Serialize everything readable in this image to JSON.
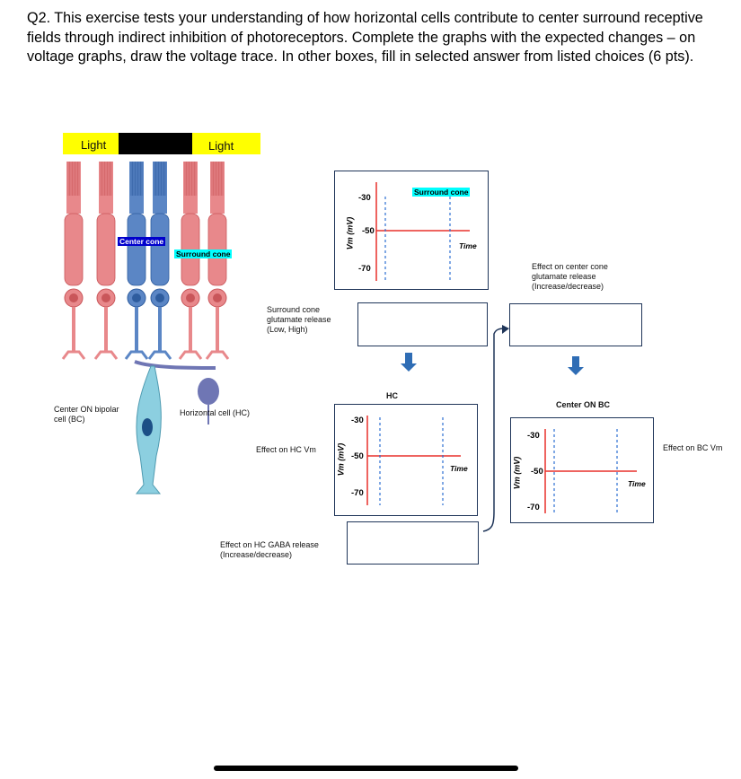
{
  "question": "Q2. This exercise tests your understanding of how horizontal cells contribute to center surround receptive fields through indirect inhibition of photoreceptors. Complete the graphs with the expected changes – on voltage graphs, draw the voltage trace. In other boxes, fill in selected answer from listed choices (6 pts).",
  "diagram": {
    "light_left": "Light",
    "light_right": "Light",
    "center_cone": "Center cone",
    "surround_cone": "Surround cone",
    "bc_label": "Center ON bipolar cell (BC)",
    "hc_label": "Horizontal cell (HC)"
  },
  "graphs": {
    "surround": {
      "tag": "Surround cone",
      "y_ticks": [
        "-30",
        "-50",
        "-70"
      ],
      "ylabel": "Vm (mV)",
      "xlabel": "Time",
      "baseline": -50
    },
    "hc": {
      "title": "HC",
      "y_ticks": [
        "-30",
        "-50",
        "-70"
      ],
      "ylabel": "Vm (mV)",
      "xlabel": "Time",
      "baseline": -50
    },
    "bc": {
      "title": "Center ON BC",
      "y_ticks": [
        "-30",
        "-50",
        "-70"
      ],
      "ylabel": "Vm (mV)",
      "xlabel": "Time",
      "baseline": -50
    }
  },
  "prompts": {
    "surround_glutamate": "Surround cone glutamate release (Low, High)",
    "center_glutamate": "Effect on center cone glutamate release (Increase/decrease)",
    "hc_vm": "Effect on HC Vm",
    "bc_vm": "Effect on BC Vm",
    "hc_gaba": "Effect on HC GABA release (Increase/decrease)"
  },
  "colors": {
    "light": "#ffff00",
    "stimulus": "#000000",
    "center_tag": "#0000cc",
    "surround_tag": "#00ffff",
    "trace": "#e8312b",
    "dash": "#2c6fd1",
    "arrow": "#2f6db5",
    "box_border": "#1f3559",
    "surround_cone": "#e8888b",
    "center_cone": "#5b86c5",
    "bc": "#7fc4d9",
    "hc": "#6f76b4"
  }
}
